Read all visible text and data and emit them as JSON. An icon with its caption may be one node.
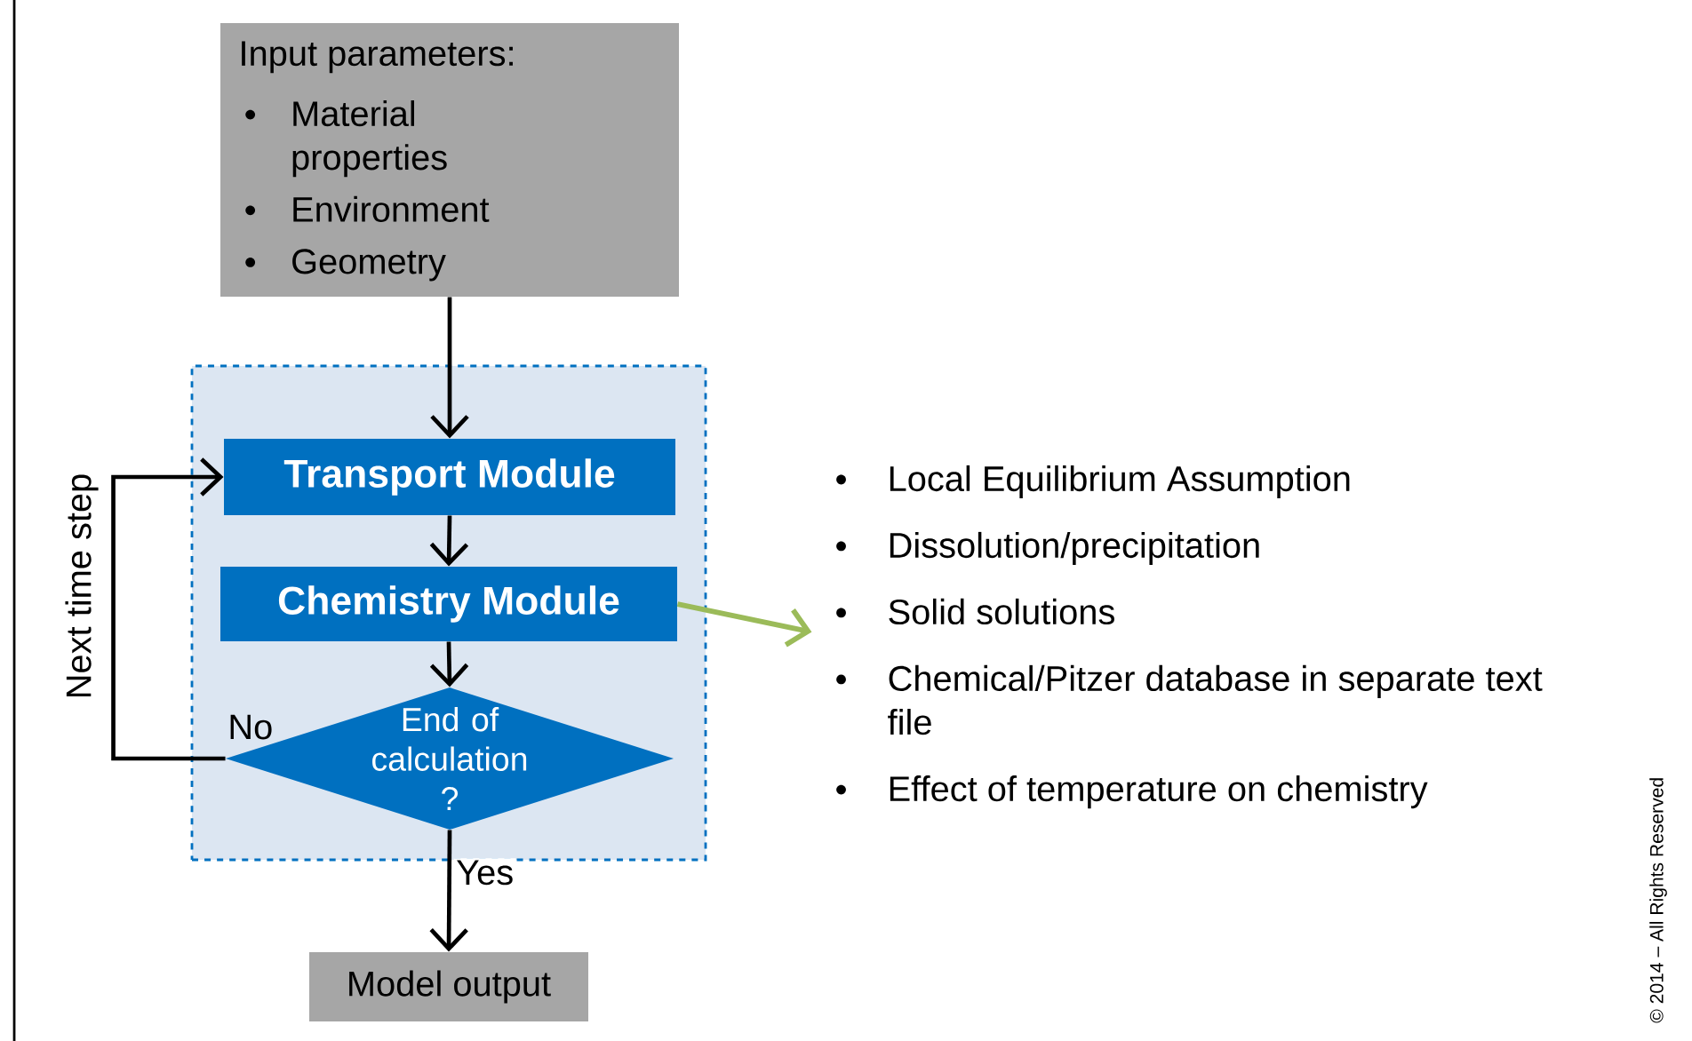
{
  "diagram": {
    "nodes": [
      {
        "text": [
          "Input parameters:",
          "Material properties",
          "Environment",
          "Geometry"
        ]
      },
      {
        "text": [],
        "shape": "box"
      },
      {
        "text": [
          "Transport Module"
        ],
        "in": 1
      },
      {
        "text": [
          "Chemistry Module"
        ],
        "in": 1
      },
      {
        "text": [
          "End of calculation ?"
        ],
        "in": 1
      },
      {
        "text": [
          "Model output"
        ]
      },
      {
        "text": [
          "Local Equilibrium Assumption",
          "Dissolution/precipitation",
          "Solid solutions",
          "Chemical/Pitzer database in separate text file",
          "Effect of temperature on chemistry"
        ]
      }
    ],
    "edges": [
      {
        "from": 0,
        "to": 2,
        "arrow": "to"
      },
      {
        "from": 2,
        "to": 3,
        "arrow": "to"
      },
      {
        "from": 3,
        "to": 4,
        "arrow": "to"
      },
      {
        "from": 4,
        "to": 5,
        "arrow": "to",
        "label": "Yes"
      },
      {
        "from": 4,
        "to": 2,
        "arrow": "to",
        "label": "No"
      },
      {
        "from": 3,
        "to": 6,
        "arrow": "to",
        "color": "#9bbb59"
      }
    ],
    "labels": [
      "Next time step",
      "© 2014 – All Rights Reserved"
    ]
  }
}
